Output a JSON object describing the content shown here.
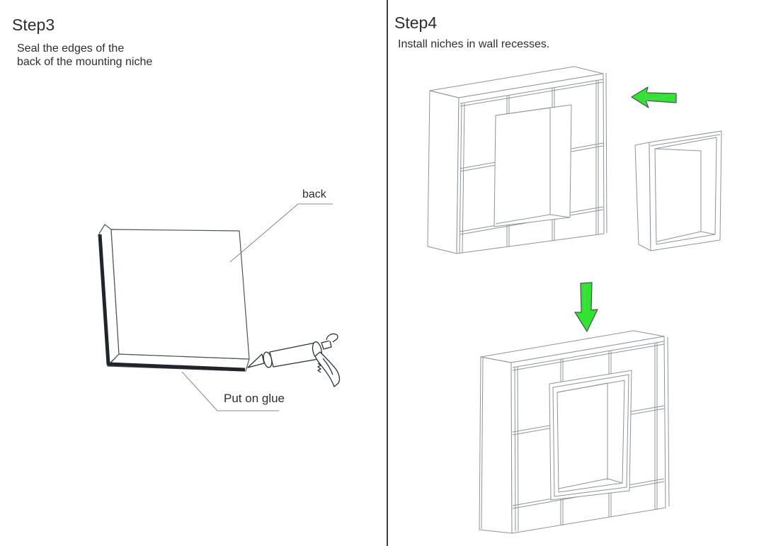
{
  "step3": {
    "title": "Step3",
    "instruction_line1": "Seal the edges of the",
    "instruction_line2": "back of the mounting niche",
    "labels": {
      "back": "back",
      "put_on_glue": "Put on glue"
    }
  },
  "step4": {
    "title": "Step4",
    "instruction": "Install niches in wall recesses."
  },
  "icons": {
    "arrow_left": "green-arrow-left",
    "arrow_down": "green-arrow-down"
  },
  "colors": {
    "arrow_green": "#2FE52F",
    "glue_black": "#20252D",
    "wall_line_gray": "#8E949A",
    "box_outline": "#4E545C",
    "gun_outline": "#2C3138",
    "leader_gray": "#85898E",
    "divider_gray": "#3D3D3D",
    "text_dark": "#2E2E2E"
  }
}
